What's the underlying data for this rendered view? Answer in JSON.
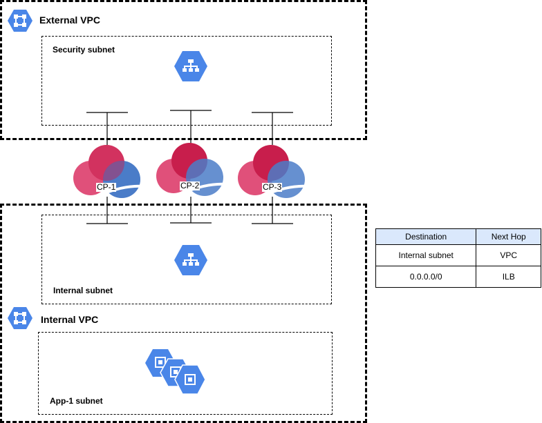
{
  "external_vpc": {
    "title": "External VPC"
  },
  "security_subnet": {
    "label": "Security subnet"
  },
  "internal_subnet": {
    "label": "Internal subnet"
  },
  "internal_vpc": {
    "title": "Internal VPC"
  },
  "app_subnet": {
    "label": "App-1 subnet"
  },
  "checkpoints": [
    {
      "label": "CP-1"
    },
    {
      "label": "CP-2"
    },
    {
      "label": "CP-3"
    }
  ],
  "route_table": {
    "headers": [
      "Destination",
      "Next Hop"
    ],
    "rows": [
      [
        "Internal subnet",
        "VPC"
      ],
      [
        "0.0.0.0/0",
        "ILB"
      ]
    ]
  },
  "colors": {
    "gcp_blue": "#4a86e8",
    "cloud_pink": "#e0507a",
    "cloud_red": "#c81e4c",
    "cloud_blue": "#4b7cc8",
    "header_fill": "#dae8fc"
  },
  "icons": {
    "vpc": "vpc-network-icon",
    "load_balancer": "load-balancer-icon",
    "compute": "compute-engine-icon",
    "firewall": "checkpoint-cloud-icon"
  }
}
